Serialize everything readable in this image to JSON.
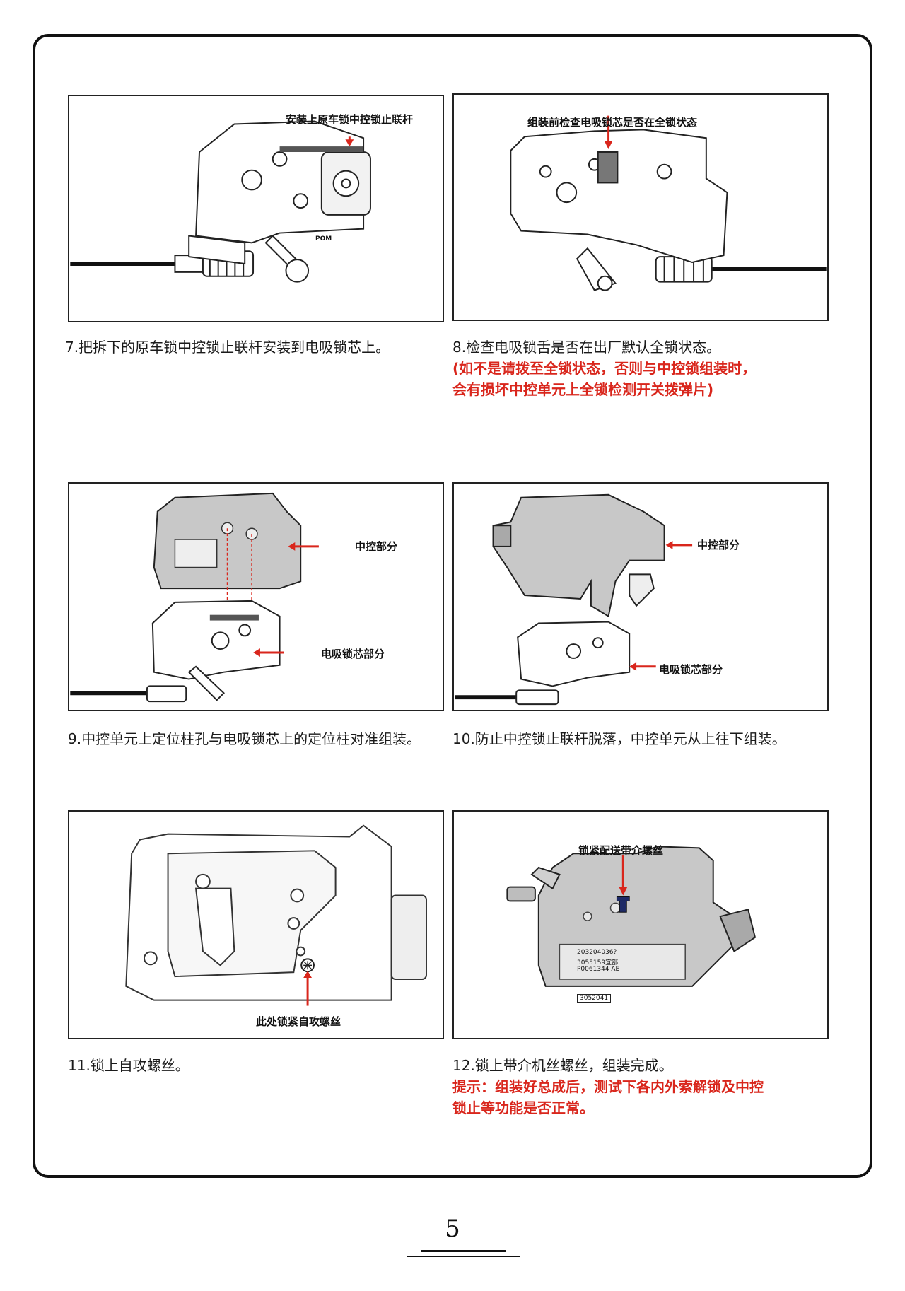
{
  "page": {
    "number": "5"
  },
  "steps": [
    {
      "caption": "7.把拆下的原车锁中控锁止联杆安装到电吸锁芯上。",
      "callouts": [
        "安装上原车锁中控锁止联杆"
      ],
      "part_labels": [
        "POM"
      ]
    },
    {
      "caption": "8.检查电吸锁舌是否在出厂默认全锁状态。",
      "note": [
        "(如不是请拨至全锁状态，否则与中控锁组装时，",
        "会有损坏中控单元上全锁检测开关拨弹片)"
      ],
      "callouts": [
        "组装前检查电吸锁芯是否在全锁状态"
      ]
    },
    {
      "caption": "9.中控单元上定位柱孔与电吸锁芯上的定位柱对准组装。",
      "callouts": [
        "中控部分",
        "电吸锁芯部分"
      ]
    },
    {
      "caption": "10.防止中控锁止联杆脱落，中控单元从上往下组装。",
      "callouts": [
        "中控部分",
        "电吸锁芯部分"
      ]
    },
    {
      "caption": "11.锁上自攻螺丝。",
      "callouts": [
        "此处锁紧自攻螺丝"
      ]
    },
    {
      "caption": "12.锁上带介机丝螺丝，组装完成。",
      "note": [
        "提示：组装好总成后，测试下各内外索解锁及中控",
        "锁止等功能是否正常。"
      ],
      "callouts": [
        "锁紧配送带介螺丝"
      ],
      "part_labels": [
        "P0061344 AE",
        "3055159宜部",
        "203204036?",
        "3052041"
      ]
    }
  ],
  "colors": {
    "note_red": "#d9261c",
    "arrow_red": "#d9261c",
    "part_grey": "#bdbdbd",
    "line": "#222222"
  }
}
